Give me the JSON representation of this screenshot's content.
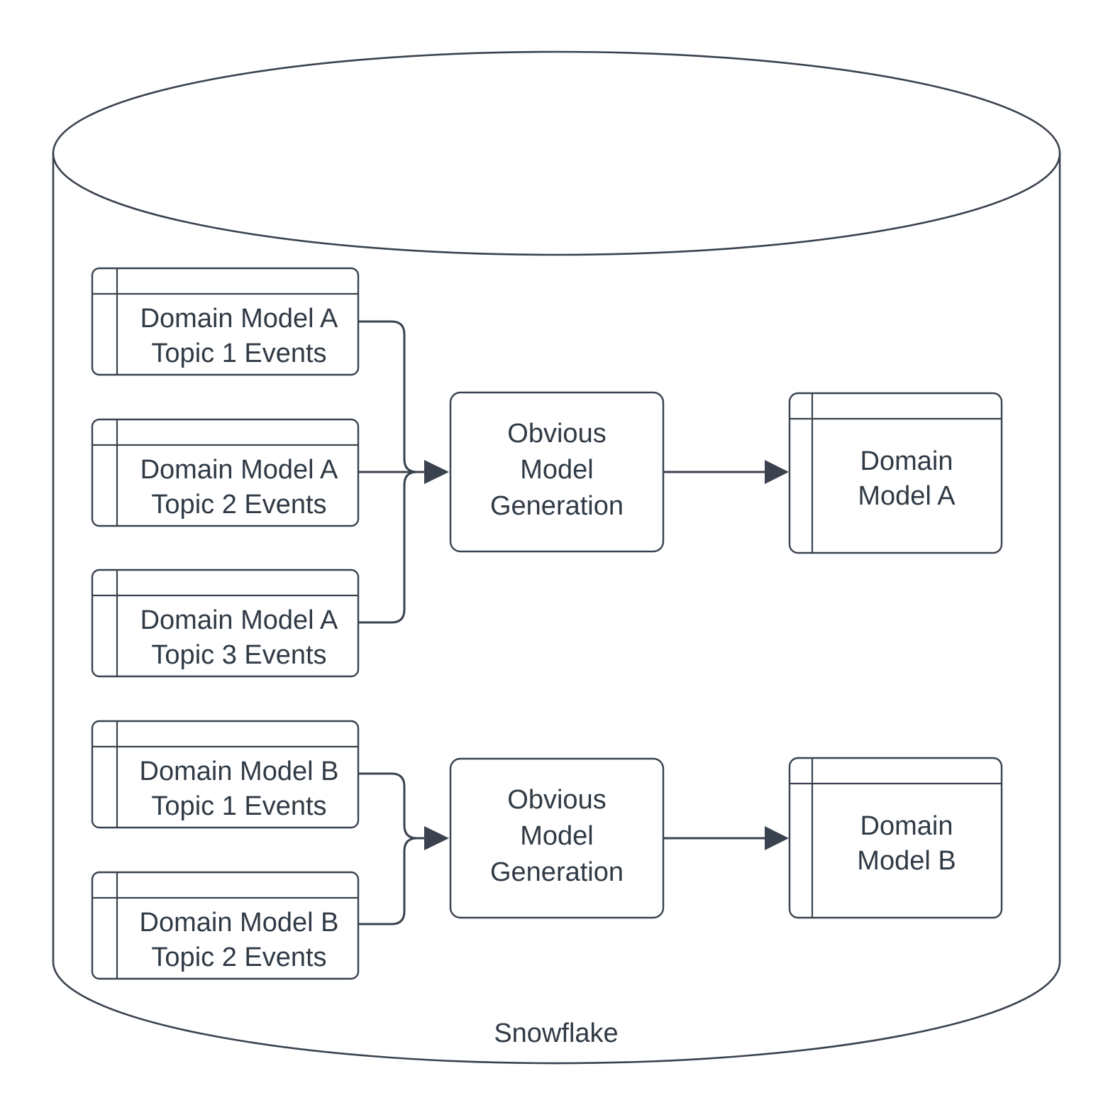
{
  "diagram": {
    "type": "flow-diagram",
    "container": {
      "shape": "cylinder",
      "label": "Snowflake",
      "label_position": "bottom-center"
    },
    "accent_color": "#39424e",
    "text_color": "#303a45",
    "background_color": "#ffffff",
    "flows": [
      {
        "id": "flow-a",
        "sources": [
          {
            "id": "src-a1",
            "icon": "table-icon",
            "line1": "Domain Model A",
            "line2": "Topic 1 Events"
          },
          {
            "id": "src-a2",
            "icon": "table-icon",
            "line1": "Domain Model A",
            "line2": "Topic 2 Events"
          },
          {
            "id": "src-a3",
            "icon": "table-icon",
            "line1": "Domain Model A",
            "line2": "Topic 3 Events"
          }
        ],
        "process": {
          "id": "proc-a",
          "line1": "Obvious",
          "line2": "Model",
          "line3": "Generation"
        },
        "output": {
          "id": "out-a",
          "icon": "table-icon",
          "line1": "Domain",
          "line2": "Model A"
        }
      },
      {
        "id": "flow-b",
        "sources": [
          {
            "id": "src-b1",
            "icon": "table-icon",
            "line1": "Domain Model B",
            "line2": "Topic 1 Events"
          },
          {
            "id": "src-b2",
            "icon": "table-icon",
            "line1": "Domain Model B",
            "line2": "Topic 2 Events"
          }
        ],
        "process": {
          "id": "proc-b",
          "line1": "Obvious",
          "line2": "Model",
          "line3": "Generation"
        },
        "output": {
          "id": "out-b",
          "icon": "table-icon",
          "line1": "Domain",
          "line2": "Model B"
        }
      }
    ]
  }
}
